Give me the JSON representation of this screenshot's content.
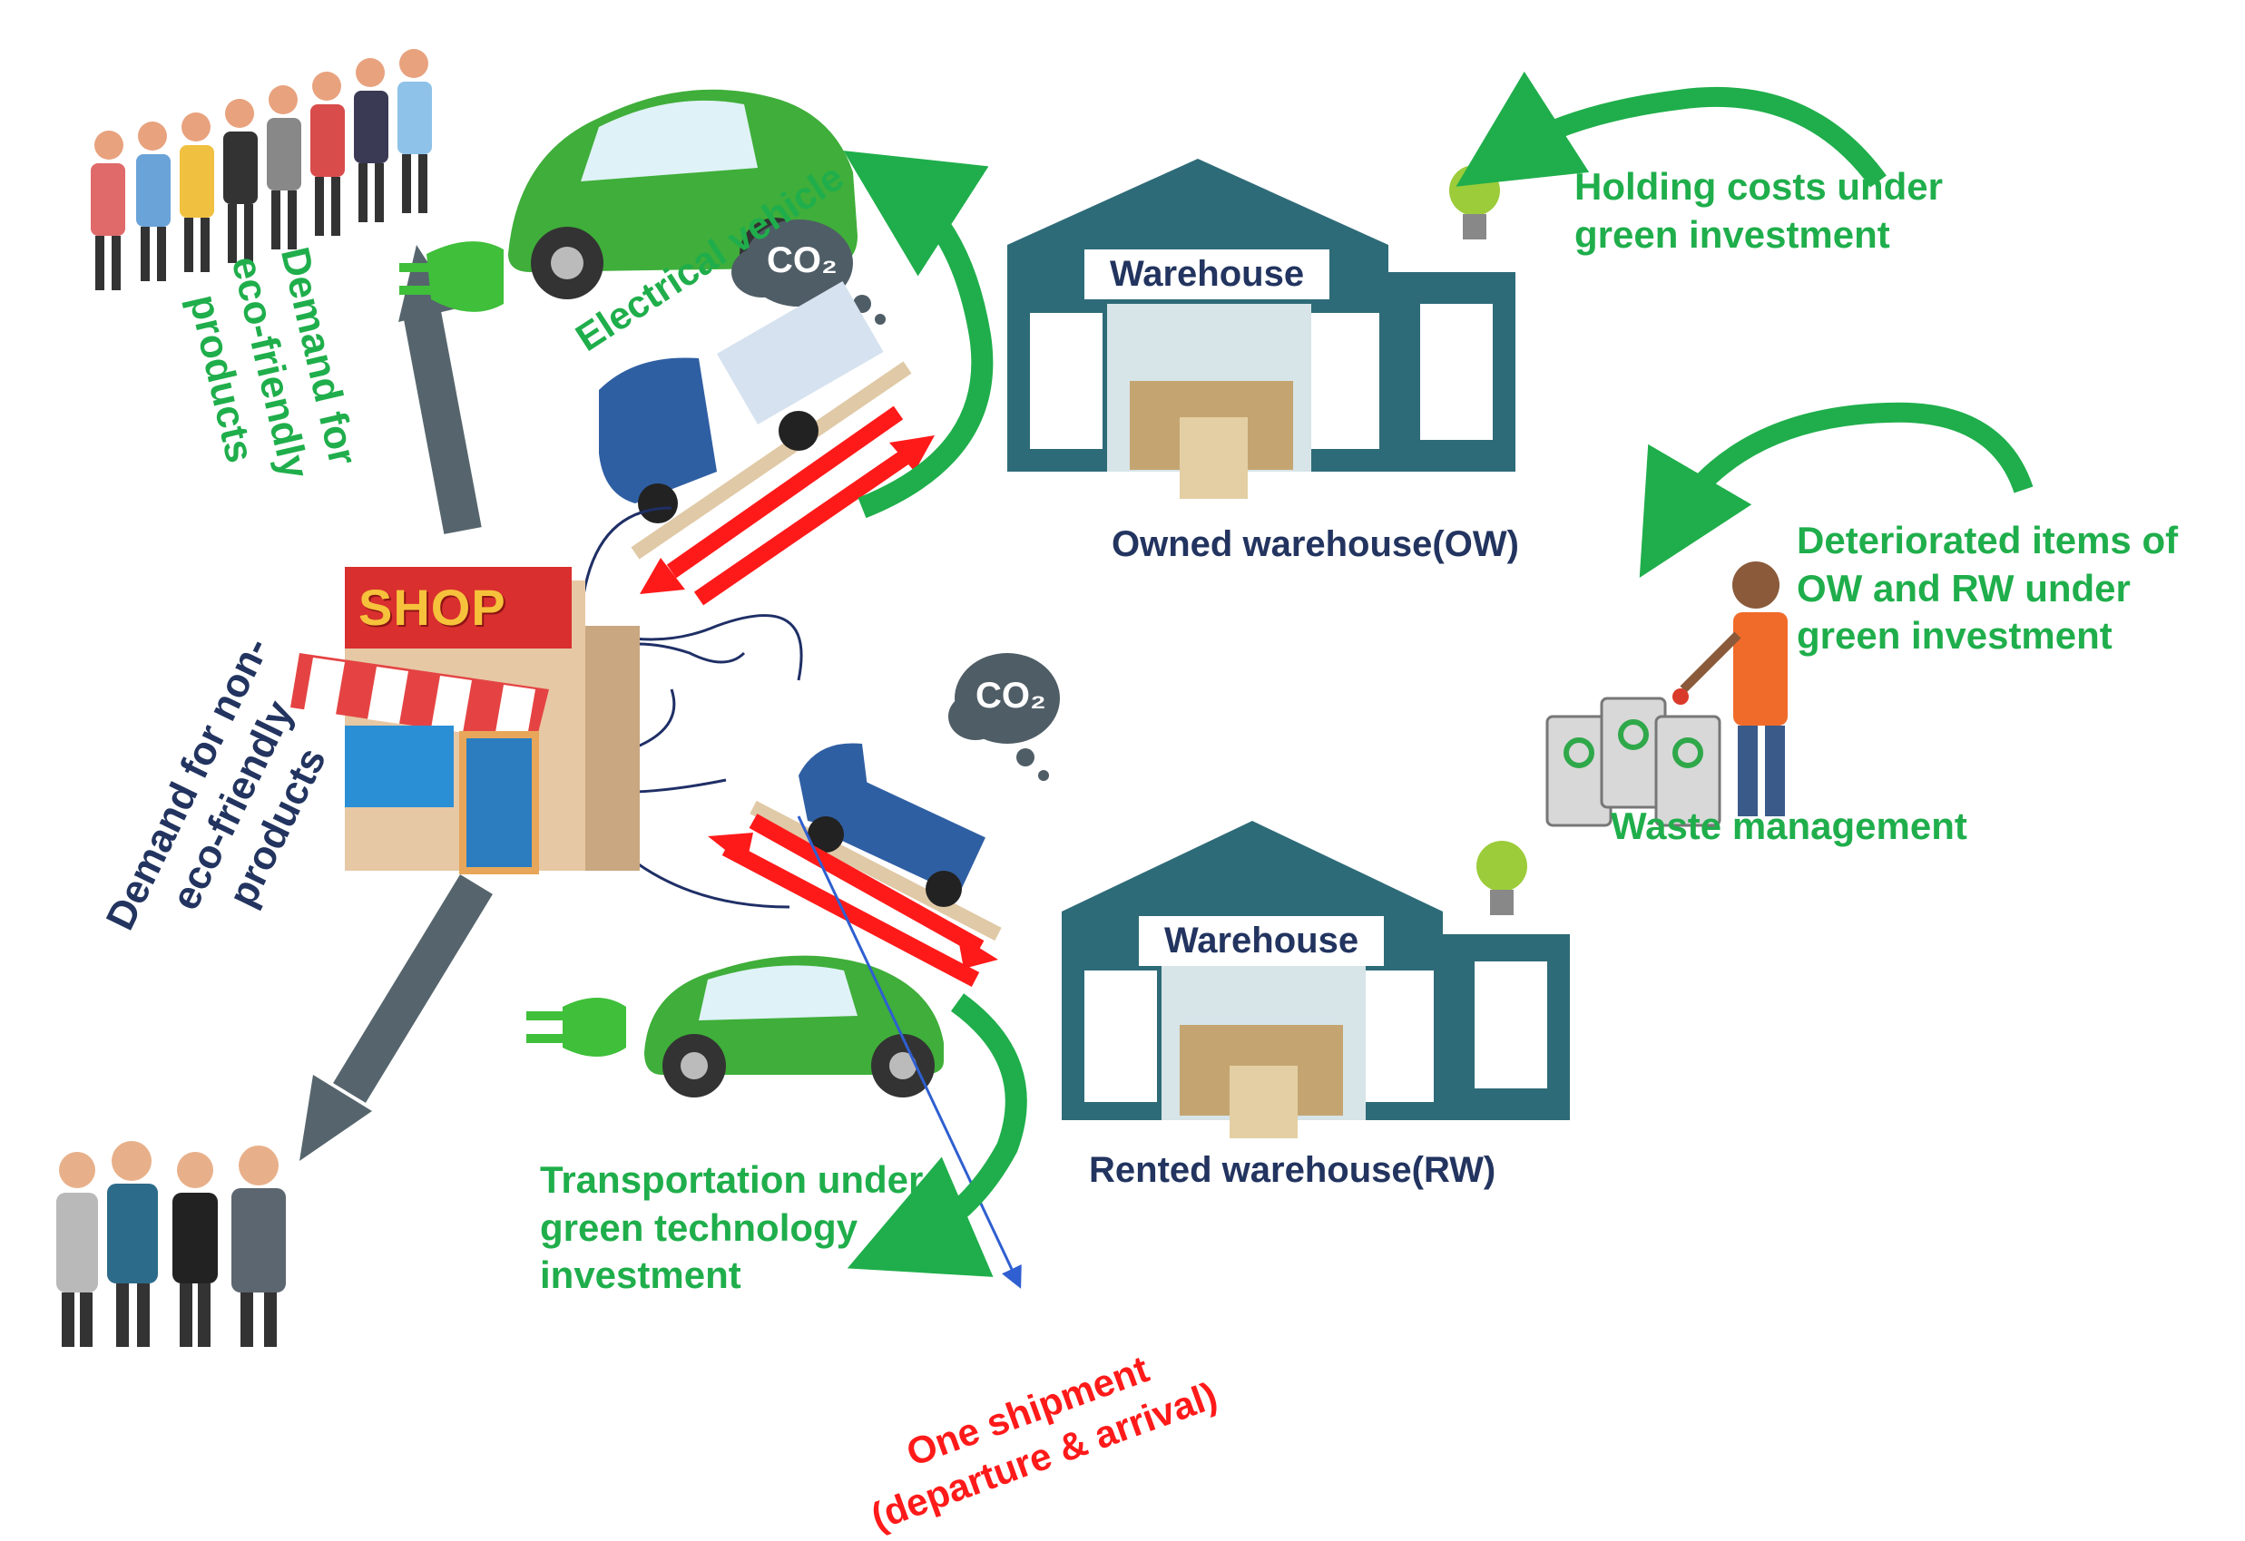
{
  "labels": {
    "demand_eco": [
      "Demand for",
      "eco-friendly",
      "products"
    ],
    "demand_non_eco": [
      "Demand for non-",
      "eco-friendly",
      "products"
    ],
    "electrical_vehicle": "Electrical vehicle",
    "holding_costs": [
      "Holding costs under",
      "green investment"
    ],
    "owned_warehouse": "Owned warehouse(OW)",
    "rented_warehouse": "Rented warehouse(RW)",
    "deteriorated": [
      "Deteriorated items of",
      "OW and RW under",
      "green investment"
    ],
    "waste_management": "Waste management",
    "transportation": [
      "Transportation under",
      "green technology",
      "investment"
    ],
    "one_shipment": [
      "One shipment",
      "(departure & arrival)"
    ]
  },
  "signs": {
    "shop": "SHOP",
    "warehouse_top": "Warehouse",
    "warehouse_bottom": "Warehouse",
    "co2_top": "CO₂",
    "co2_bottom": "CO₂"
  },
  "colors": {
    "green": "#1fae4b",
    "navy": "#22345f",
    "red": "#ff1a1a",
    "warehouse": "#2e6b78",
    "arrow_gray": "#56656d",
    "truck": "#2f5fa3",
    "car": "#3fae3a"
  },
  "icons": [
    "people-group-icon",
    "electric-car-icon",
    "plug-icon",
    "co2-cloud-icon",
    "truck-icon",
    "shop-icon",
    "warehouse-icon",
    "light-bulb-icon",
    "recycle-bin-icon",
    "worker-icon"
  ]
}
